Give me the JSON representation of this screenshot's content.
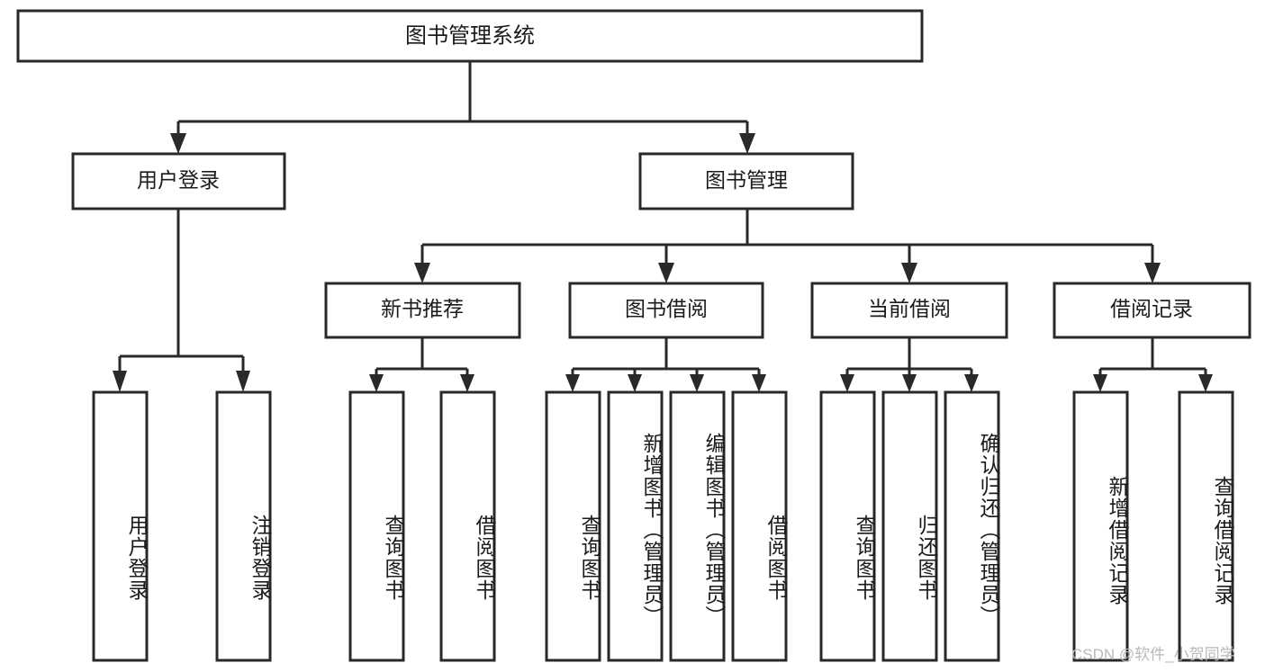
{
  "diagram": {
    "title": "图书管理系统",
    "type": "tree",
    "root": {
      "label": "图书管理系统",
      "orientation": "horizontal"
    },
    "level2": [
      {
        "label": "用户登录",
        "orientation": "horizontal"
      },
      {
        "label": "图书管理",
        "orientation": "horizontal"
      }
    ],
    "level3": [
      {
        "label": "新书推荐",
        "orientation": "horizontal",
        "parent": "图书管理"
      },
      {
        "label": "图书借阅",
        "orientation": "horizontal",
        "parent": "图书管理"
      },
      {
        "label": "当前借阅",
        "orientation": "horizontal",
        "parent": "图书管理"
      },
      {
        "label": "借阅记录",
        "orientation": "horizontal",
        "parent": "图书管理"
      }
    ],
    "leaves": [
      {
        "label": "用户登录",
        "orientation": "vertical",
        "parent": "用户登录"
      },
      {
        "label": "注销登录",
        "orientation": "vertical",
        "parent": "用户登录"
      },
      {
        "label": "查询图书",
        "orientation": "vertical",
        "parent": "新书推荐"
      },
      {
        "label": "借阅图书",
        "orientation": "vertical",
        "parent": "新书推荐"
      },
      {
        "label": "查询图书",
        "orientation": "vertical",
        "parent": "图书借阅"
      },
      {
        "label": "新增图书（管理员）",
        "orientation": "vertical",
        "parent": "图书借阅"
      },
      {
        "label": "编辑图书（管理员）",
        "orientation": "vertical",
        "parent": "图书借阅"
      },
      {
        "label": "借阅图书",
        "orientation": "vertical",
        "parent": "图书借阅"
      },
      {
        "label": "查询图书",
        "orientation": "vertical",
        "parent": "当前借阅"
      },
      {
        "label": "归还图书",
        "orientation": "vertical",
        "parent": "当前借阅"
      },
      {
        "label": "确认归还（管理员）",
        "orientation": "vertical",
        "parent": "当前借阅"
      },
      {
        "label": "新增借阅记录",
        "orientation": "vertical",
        "parent": "借阅记录"
      },
      {
        "label": "查询借阅记录",
        "orientation": "vertical",
        "parent": "借阅记录"
      }
    ],
    "watermark": "CSDN @软件_小贺同学",
    "colors": {
      "stroke": "#27292b",
      "fill": "#ffffff",
      "text": "#1b1b1b",
      "watermark": "#b9b9b9",
      "background": "#ffffff"
    }
  }
}
